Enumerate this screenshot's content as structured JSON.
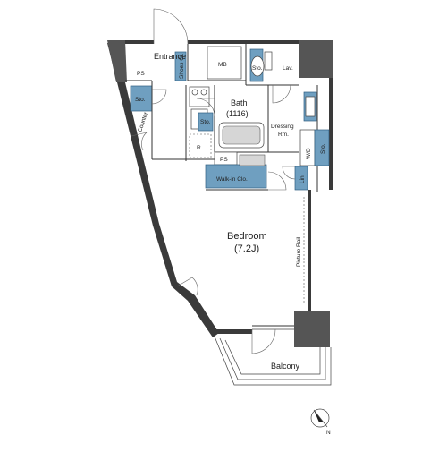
{
  "labels": {
    "entrance": "Entrance",
    "mb": "MB",
    "lav": "Lav.",
    "ps_top": "PS",
    "sto_left": "Sto.",
    "shoes_cl": "Shoes Cl.",
    "sto_toilet": "Sto.",
    "counter": "Counter",
    "bath": "Bath",
    "bath_size": "(1116)",
    "sto_bath": "Sto.",
    "r": "R",
    "dressing": "Dressing",
    "dressing_rm": "Rm.",
    "wd": "W/D",
    "sto_right": "Sto.",
    "ps_mid": "PS",
    "walkin": "Walk-in Clo.",
    "lin": "Lin.",
    "bedroom": "Bedroom",
    "bedroom_size": "(7.2J)",
    "picture_rail": "Picture Rail",
    "balcony": "Balcony",
    "north": "N"
  },
  "colors": {
    "wall": "#3a3a3a",
    "storage": "#6f9fc0"
  }
}
